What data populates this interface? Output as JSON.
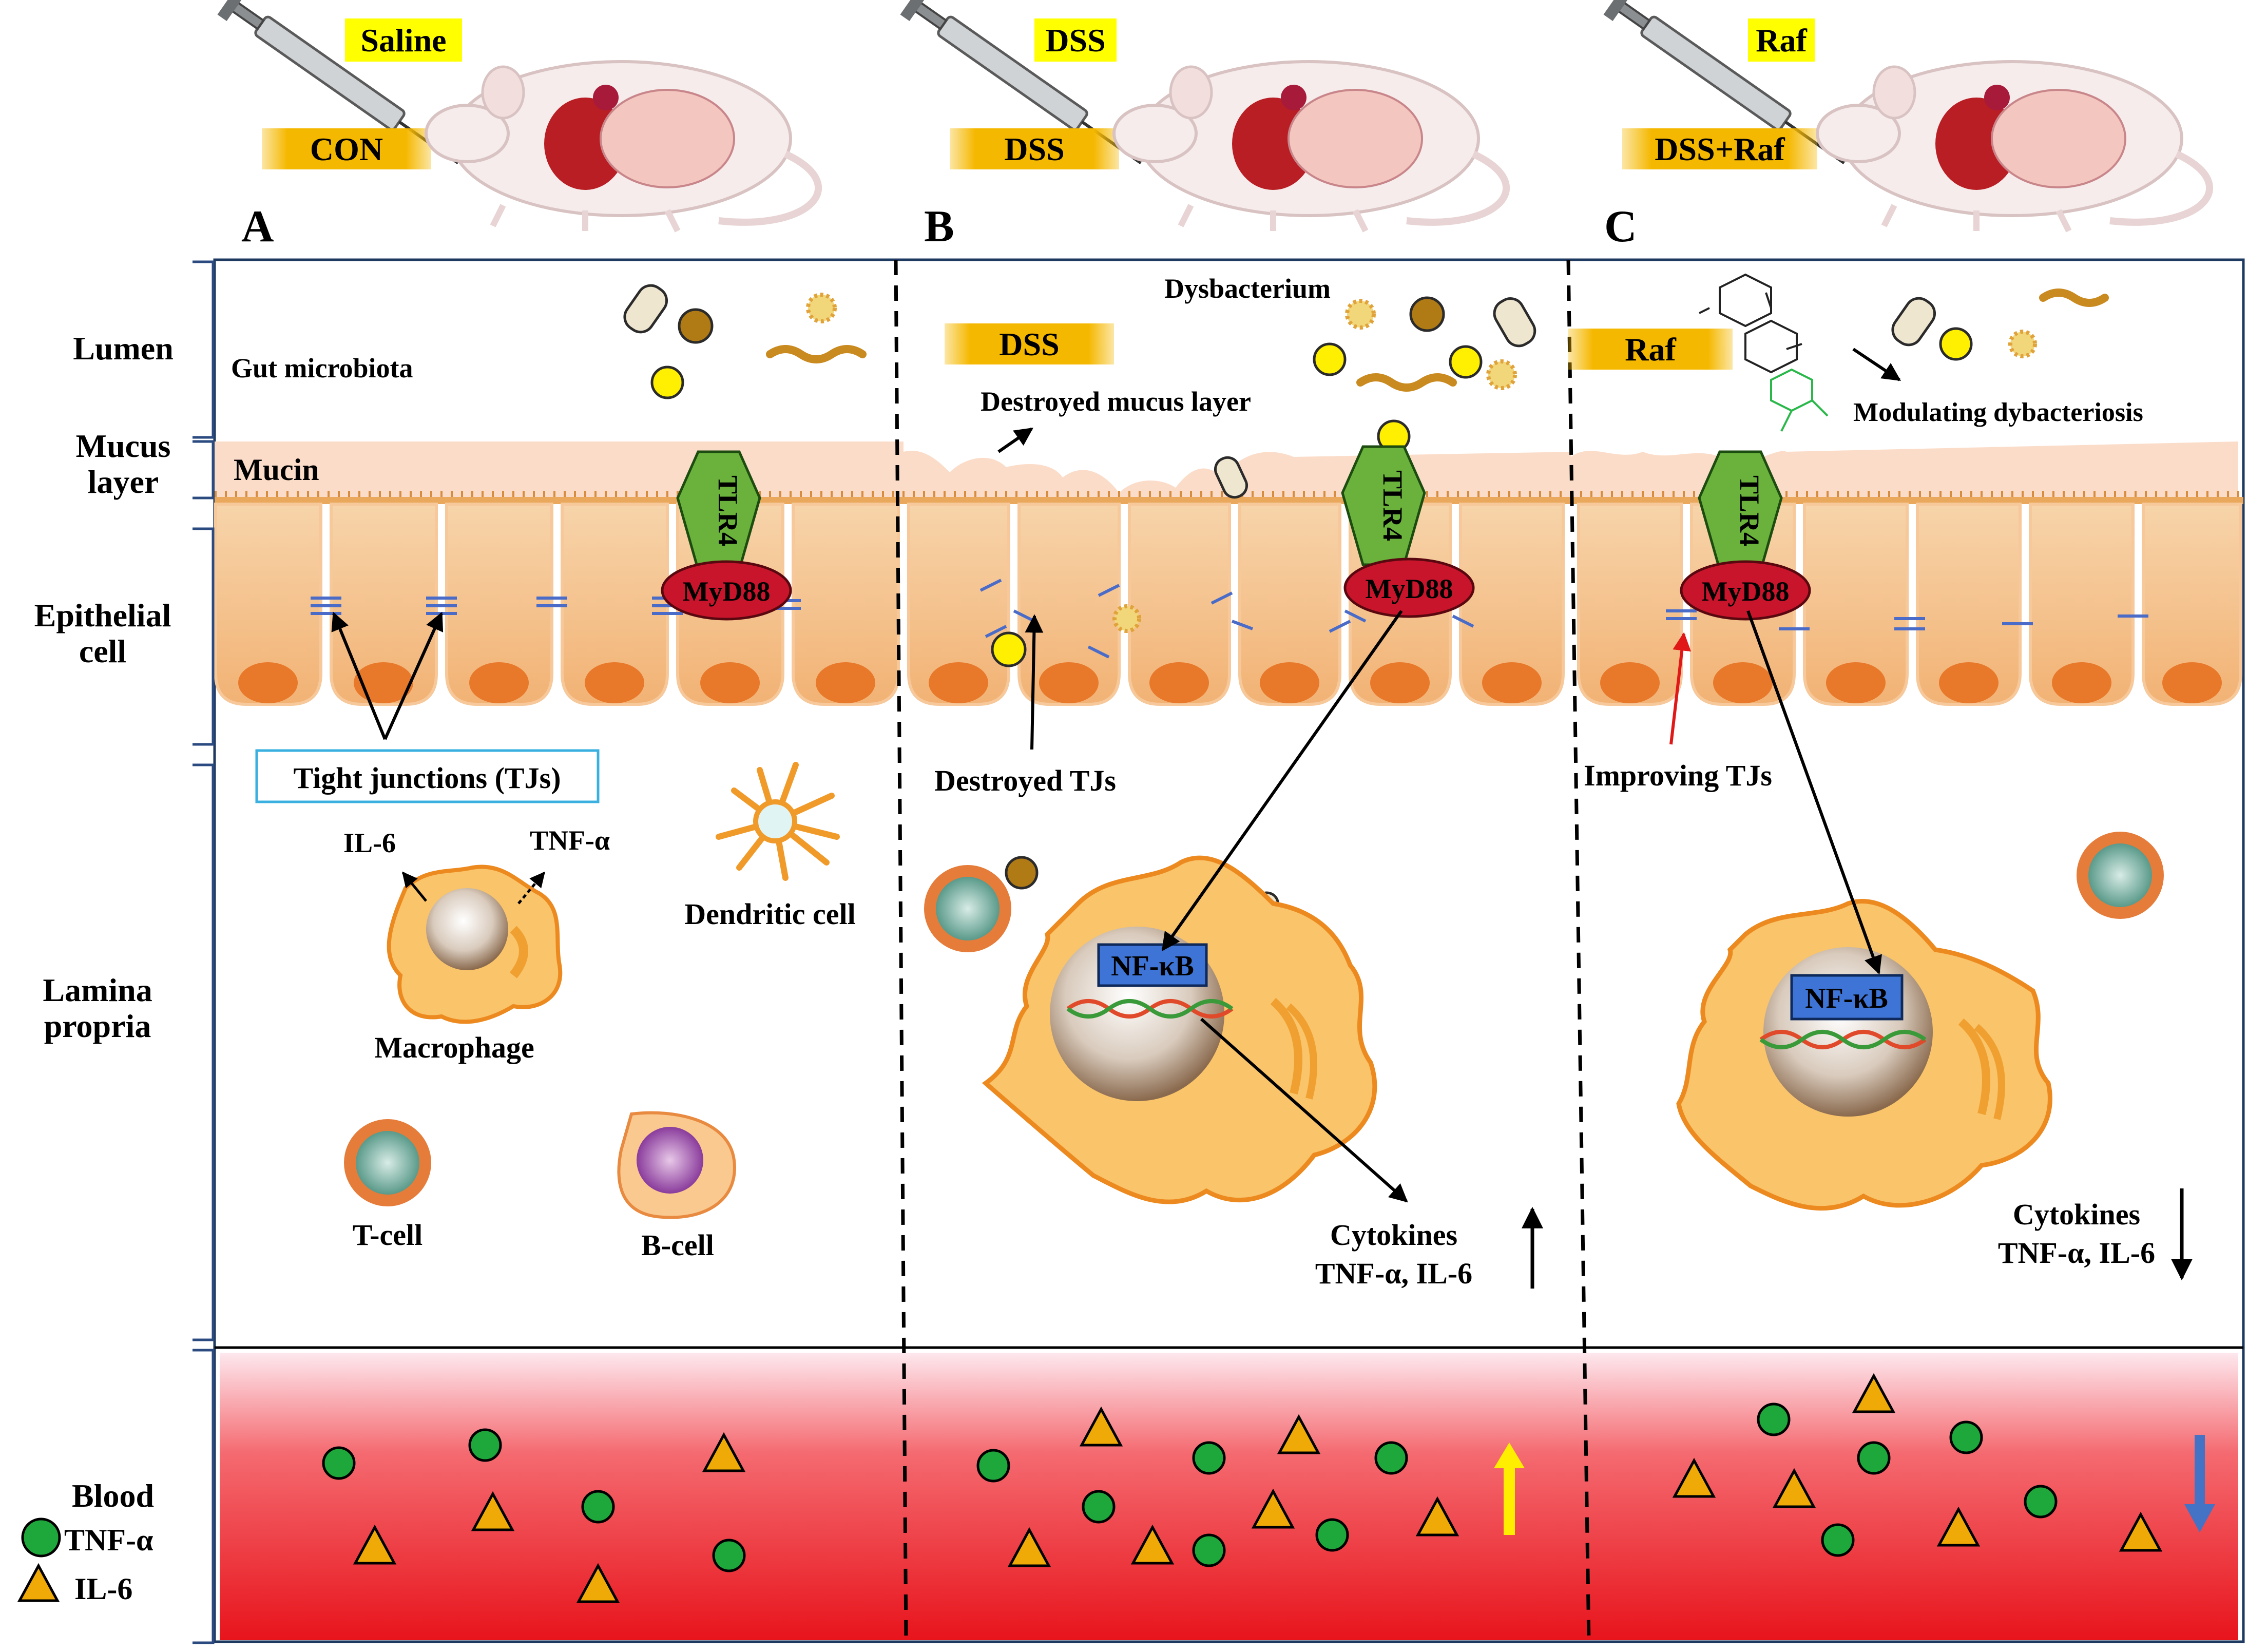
{
  "treatments": [
    {
      "injection": "Saline",
      "group": "CON"
    },
    {
      "injection": "DSS",
      "group": "DSS"
    },
    {
      "injection": "Raf",
      "group": "DSS+Raf"
    }
  ],
  "panels": {
    "a": "A",
    "b": "B",
    "c": "C"
  },
  "row_labels": {
    "lumen": "Lumen",
    "mucus_1": "Mucus",
    "mucus_2": "layer",
    "epi_1": "Epithelial",
    "epi_2": "cell",
    "lp_1": "Lamina",
    "lp_2": "propria",
    "blood": "Blood"
  },
  "legend": {
    "tnf": "TNF-α",
    "il6": "IL-6"
  },
  "panel_a": {
    "gut_microbiota": "Gut microbiota",
    "mucin": "Mucin",
    "tlr4": "TLR4",
    "myd88": "MyD88",
    "tight_junctions": "Tight junctions (TJs)",
    "il6": "IL-6",
    "tnf": "TNF-α",
    "macrophage": "Macrophage",
    "dendritic": "Dendritic cell",
    "tcell": "T-cell",
    "bcell": "B-cell"
  },
  "panel_b": {
    "dysbacterium": "Dysbacterium",
    "dss_tag": "DSS",
    "destroyed_mucus": "Destroyed mucus layer",
    "tlr4": "TLR4",
    "myd88": "MyD88",
    "destroyed_tjs": "Destroyed TJs",
    "nfkb": "NF-κB",
    "cytokines": "Cytokines",
    "cytokine_list": "TNF-α, IL-6"
  },
  "panel_c": {
    "raf_tag": "Raf",
    "modulating": "Modulating dybacteriosis",
    "tlr4": "TLR4",
    "myd88": "MyD88",
    "improving_tjs": "Improving TJs",
    "nfkb": "NF-κB",
    "cytokines": "Cytokines",
    "cytokine_list": "TNF-α, IL-6"
  },
  "colors": {
    "highlight_yellow": "#ffff00",
    "tag_gold": "#f5b800",
    "mucus": "#fbdcc8",
    "epithelium": "#f3b878",
    "nucleus": "#e8782a",
    "tlr4": "#6ab23c",
    "myd88": "#c8152c",
    "nfkb": "#3d74d6",
    "blood_red": "#e8141c",
    "tnf_green": "#1ea83c",
    "il6_orange": "#f0aa08",
    "up_arrow": "#ffee00",
    "down_arrow": "#4472c4"
  }
}
